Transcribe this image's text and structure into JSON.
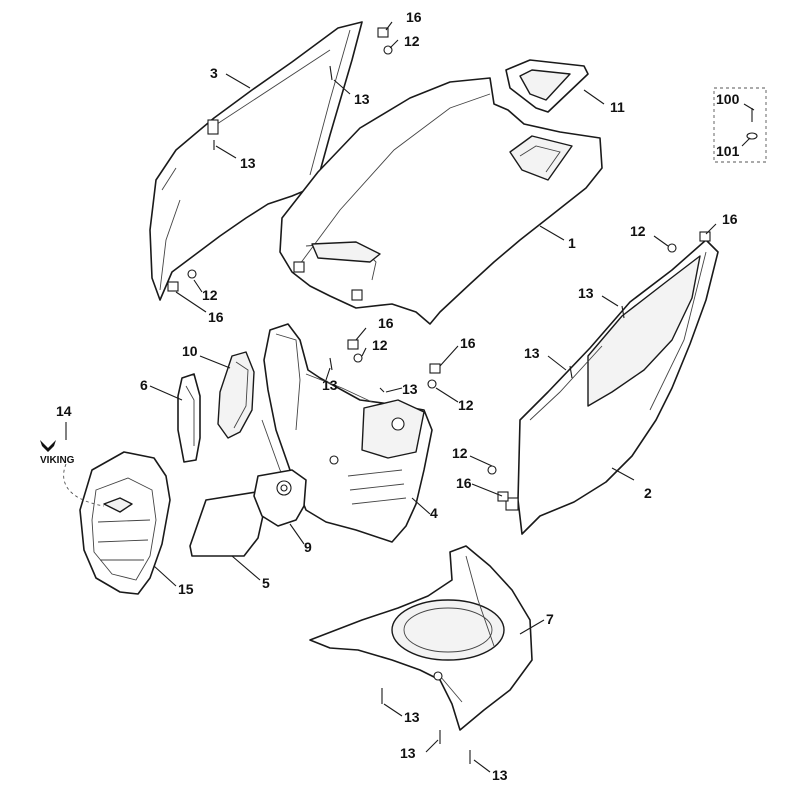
{
  "callouts": {
    "c1": "1",
    "c2": "2",
    "c3": "3",
    "c4": "4",
    "c5": "5",
    "c6": "6",
    "c7": "7",
    "c9": "9",
    "c10": "10",
    "c11": "11",
    "c12": "12",
    "c13": "13",
    "c14": "14",
    "c15": "15",
    "c16": "16",
    "c100": "100",
    "c101": "101"
  },
  "logo": {
    "text": "VIKING"
  },
  "colors": {
    "line": "#1a1a1a",
    "background": "#ffffff"
  }
}
